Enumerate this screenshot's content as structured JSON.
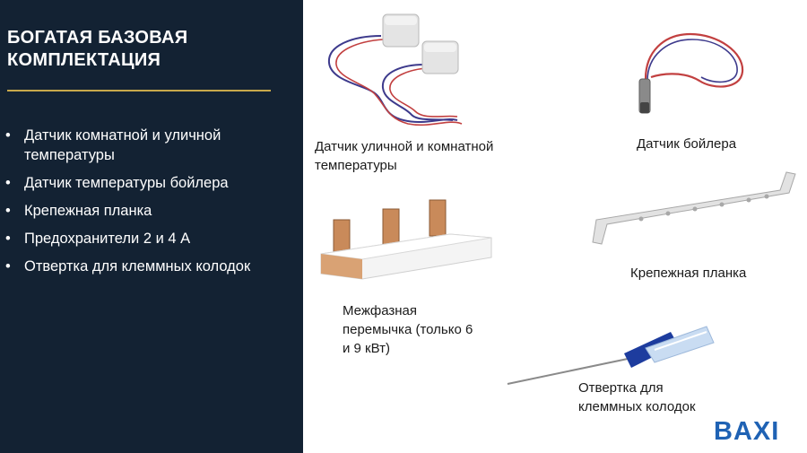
{
  "title": {
    "line1": "БОГАТАЯ БАЗОВАЯ",
    "line2": "КОМПЛЕКТАЦИЯ"
  },
  "bullets": [
    {
      "line1": "Датчик комнатной и уличной",
      "line2": "температуры"
    },
    {
      "line1": "Датчик температуры бойлера"
    },
    {
      "line1": "Крепежная планка"
    },
    {
      "line1": "Предохранители 2 и 4 А"
    },
    {
      "line1": "Отвертка для клеммных колодок"
    }
  ],
  "captions": {
    "sensors": {
      "line1": "Датчик уличной и комнатной",
      "line2": "температуры"
    },
    "boiler_sensor": {
      "line1": "Датчик бойлера"
    },
    "bridge": {
      "line1": "Межфазная",
      "line2": "перемычка (только 6",
      "line3": "и 9 кВт)"
    },
    "bracket": {
      "line1": "Крепежная планка"
    },
    "screwdriver": {
      "line1": "Отвертка для",
      "line2": "клеммных колодок"
    }
  },
  "logo": {
    "text": "BAXI",
    "color": "#1f62b4"
  },
  "colors": {
    "panel": "#132233",
    "accent_line": "#c8a84b"
  }
}
